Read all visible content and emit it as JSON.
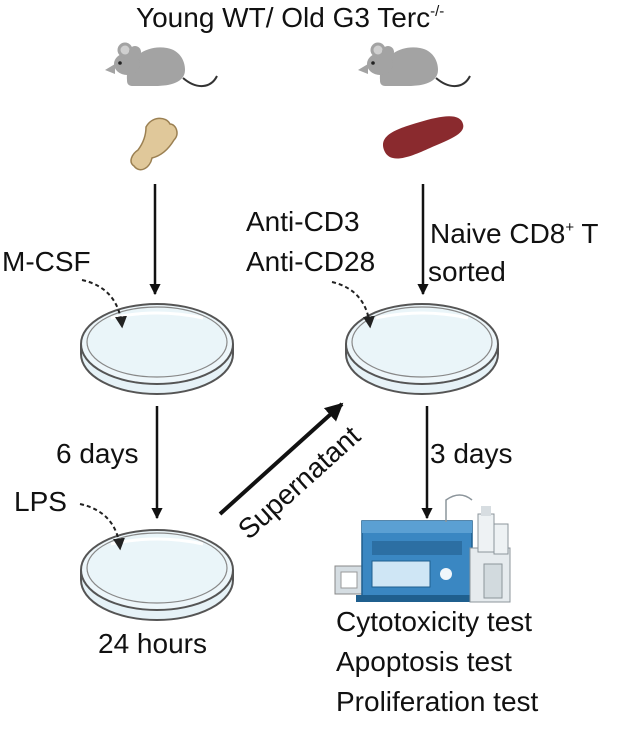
{
  "title": {
    "main": "Young WT/ Old G3 Terc",
    "sup": "-/-"
  },
  "left_branch": {
    "medium_label": "M-CSF",
    "duration_1": "6 days",
    "stimulus_label": "LPS",
    "duration_2": "24 hours"
  },
  "transfer_label": "Supernatant",
  "right_branch": {
    "antibody_1": "Anti-CD3",
    "antibody_2": "Anti-CD28",
    "cell_label_main": "Naive CD8",
    "cell_label_sup": "+",
    "cell_label_tail": " T",
    "cell_label_line2": "sorted",
    "duration": "3 days"
  },
  "tests": [
    "Cytotoxicity test",
    "Apoptosis test",
    "Proliferation test"
  ],
  "colors": {
    "mouse": "#a3a3a3",
    "bone": "#e0c89a",
    "spleen": "#8a2a2e",
    "dish": "#e7f3f8",
    "machine": "#3a87c2"
  },
  "icons": [
    "mouse-icon",
    "bone-icon",
    "spleen-icon",
    "petri-dish-icon",
    "lab-analyzer-icon"
  ]
}
